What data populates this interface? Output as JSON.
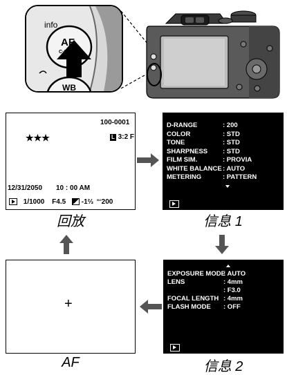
{
  "camera": {
    "info_label": "info",
    "af_label": "AF",
    "af_sub_label": "C·S·M",
    "wb_label": "WB"
  },
  "playback_screen": {
    "frame_number": "100-0001",
    "rating": "★★★",
    "size_badge": "L",
    "aspect": "3:2 F",
    "date": "12/31/2050",
    "time": "10 : 00  AM",
    "shutter": "1/1000",
    "aperture": "F4.5",
    "exposure_comp": "-1⅔",
    "iso": "200",
    "iso_label": "ISO"
  },
  "info1_screen": {
    "rows": [
      {
        "label": "D-RANGE",
        "value": ": 200"
      },
      {
        "label": "COLOR",
        "value": ": STD"
      },
      {
        "label": "TONE",
        "value": ": STD"
      },
      {
        "label": "SHARPNESS",
        "value": ": STD"
      },
      {
        "label": "FILM SIM.",
        "value": ": PROVIA"
      },
      {
        "label": "WHITE BALANCE",
        "value": ": AUTO"
      },
      {
        "label": "METERING",
        "value": ": PATTERN"
      }
    ]
  },
  "info2_screen": {
    "rows": [
      {
        "label": "EXPOSURE MODE",
        "value": ": AUTO"
      },
      {
        "label": "LENS",
        "value": ": 4mm"
      },
      {
        "label": "",
        "value": ": F3.0"
      },
      {
        "label": "FOCAL LENGTH",
        "value": ": 4mm"
      },
      {
        "label": "FLASH MODE",
        "value": ": OFF"
      }
    ]
  },
  "af_screen": {
    "crosshair": "+"
  },
  "captions": {
    "playback": "回放",
    "info1": "信息 1",
    "af": "AF",
    "info2": "信息 2"
  },
  "colors": {
    "arrow": "#555555",
    "screen_dark": "#000000"
  }
}
